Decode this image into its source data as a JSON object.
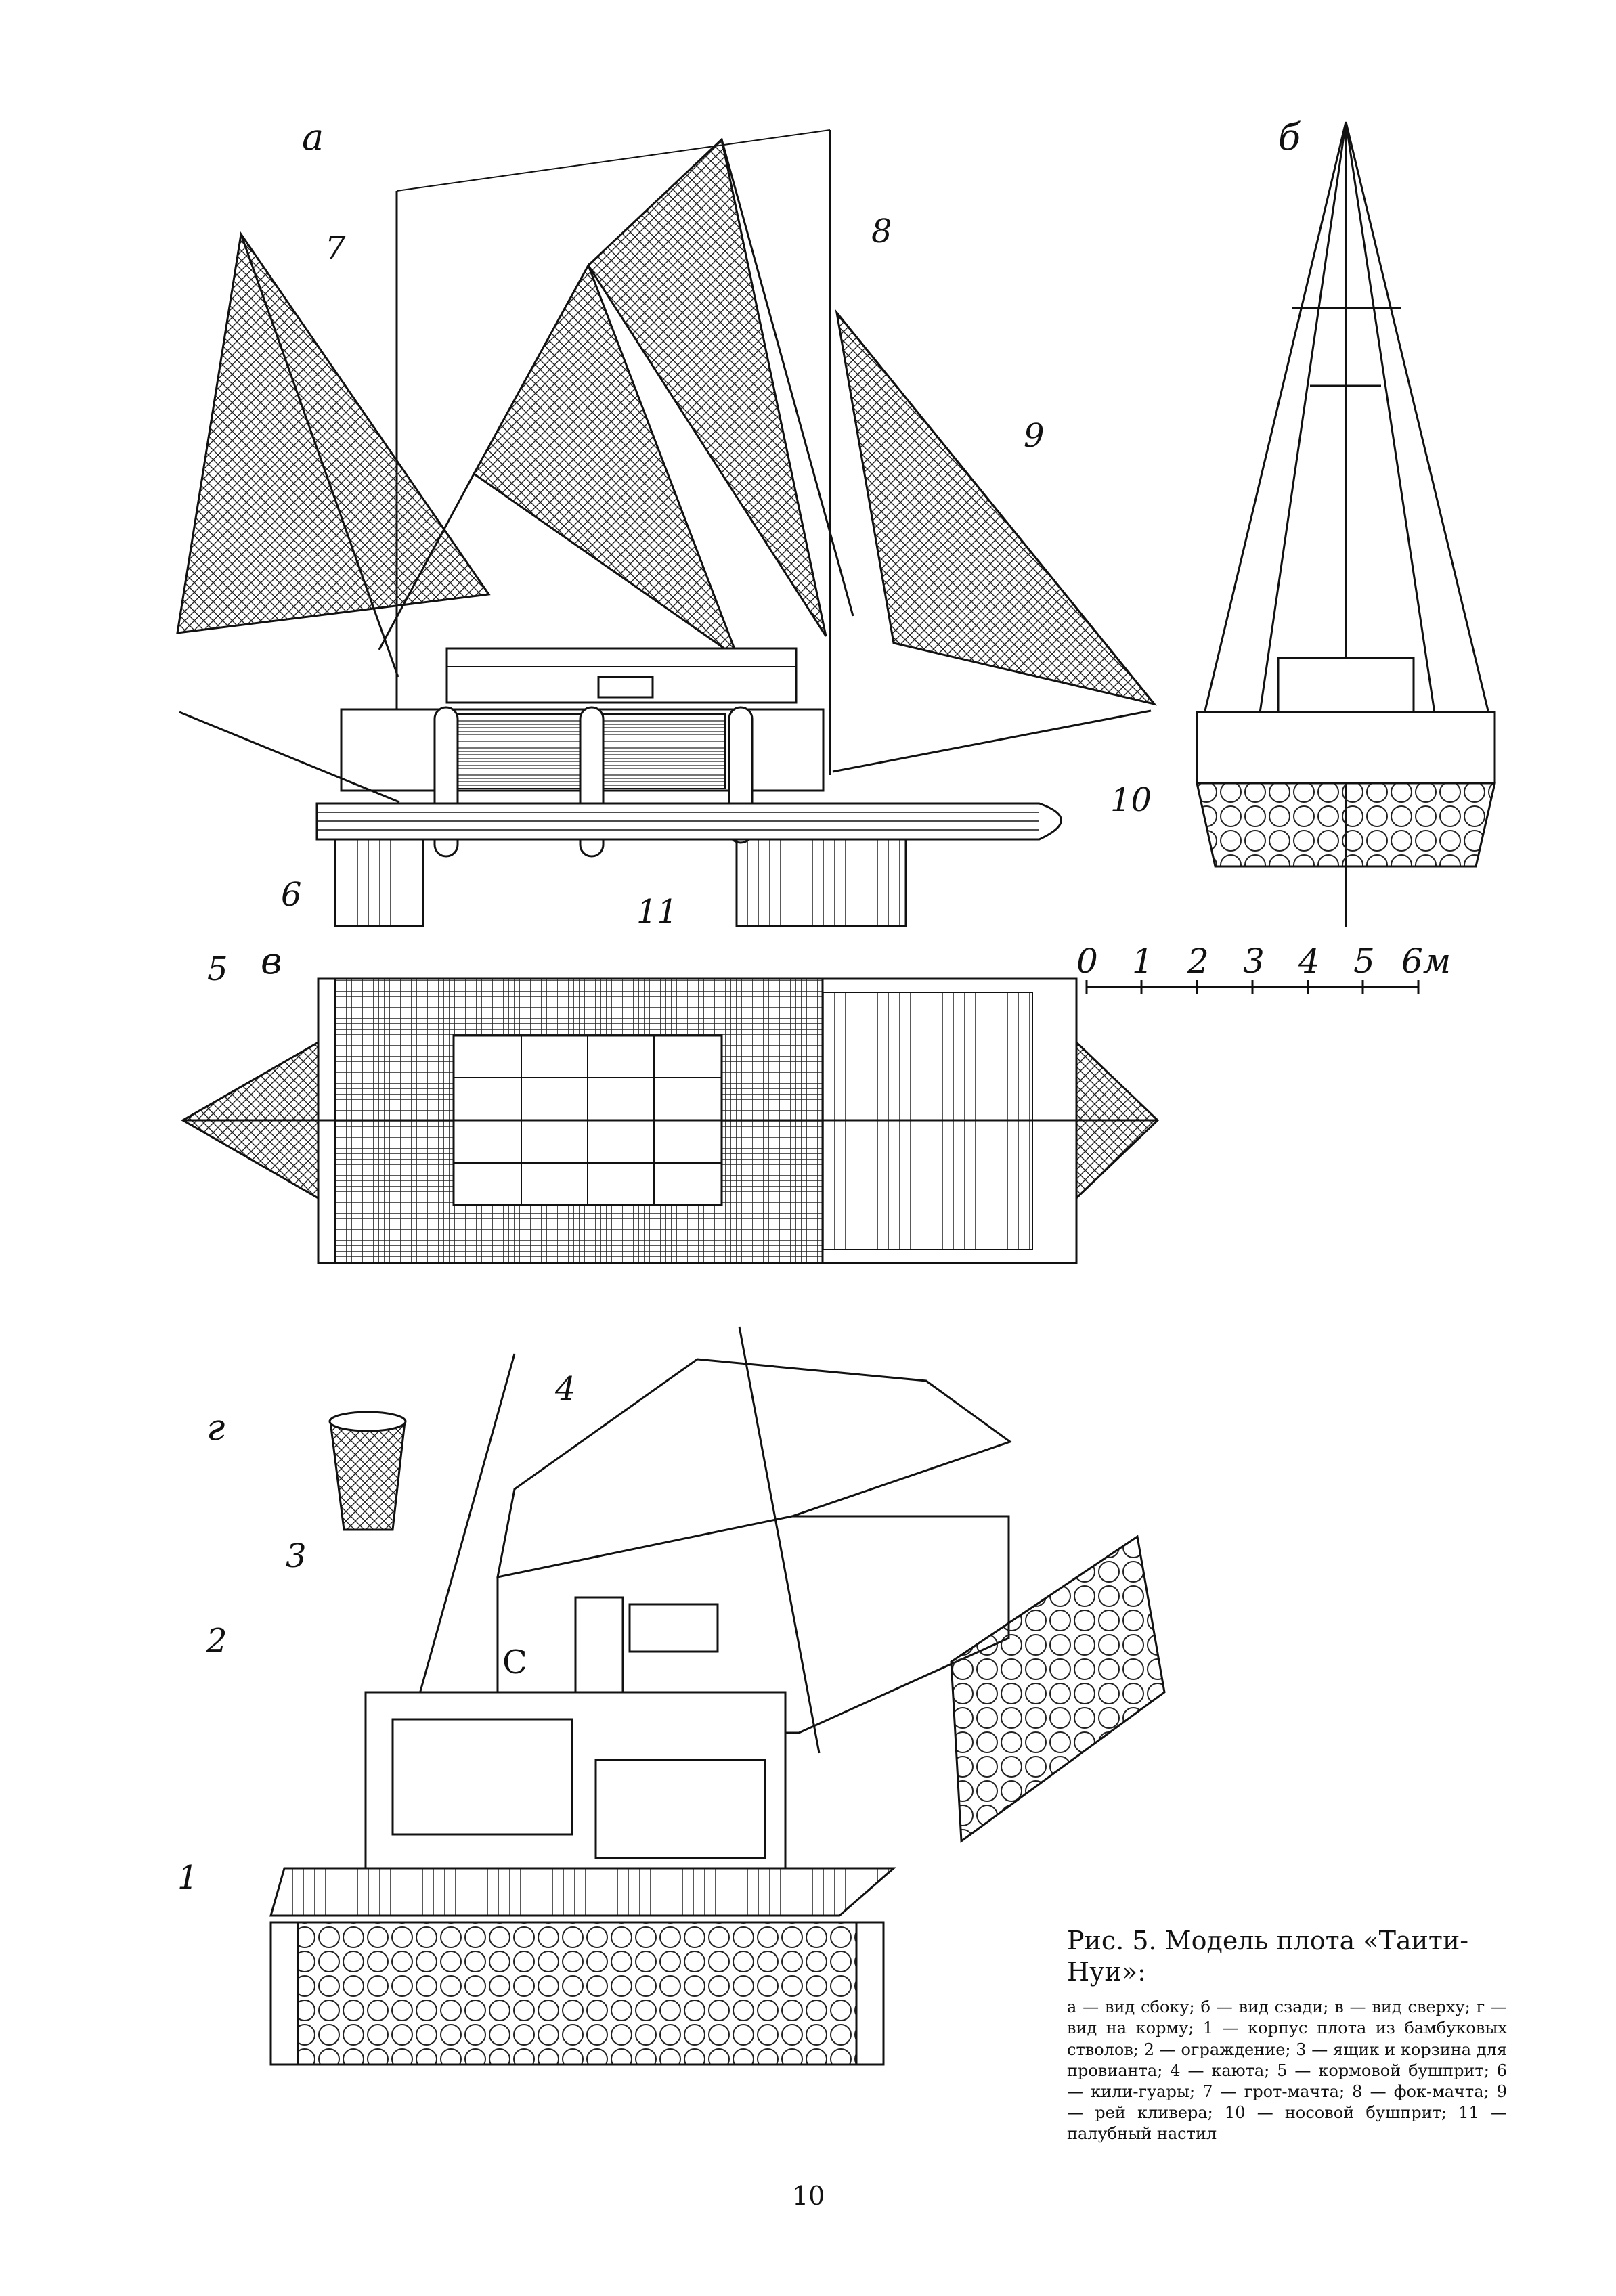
{
  "view_labels": {
    "a": "а",
    "b": "б",
    "v": "в",
    "g": "г"
  },
  "callouts": {
    "n1": "1",
    "n2": "2",
    "n3": "3",
    "n4": "4",
    "n5": "5",
    "n6": "6",
    "n7": "7",
    "n8": "8",
    "n9": "9",
    "n10": "10",
    "n11": "11"
  },
  "scale": {
    "ticks": [
      "0",
      "1",
      "2",
      "3",
      "4",
      "5",
      "6м"
    ]
  },
  "cabin_letter": "C",
  "caption": {
    "title": "Рис. 5. Модель плота «Таити-Нуи»:",
    "body": "а — вид сбоку; б — вид сзади; в — вид сверху; г — вид на корму; 1 — корпус плота из бамбуковых стволов; 2 — ограждение; 3 — ящик и корзина для провианта; 4 — каюта; 5 — кормовой бушприт; 6 — кили-гуары; 7 — грот-мачта; 8 — фок-мачта; 9 — рей кливера; 10 — носовой бушприт; 11 — палубный настил"
  },
  "page_number": "10"
}
